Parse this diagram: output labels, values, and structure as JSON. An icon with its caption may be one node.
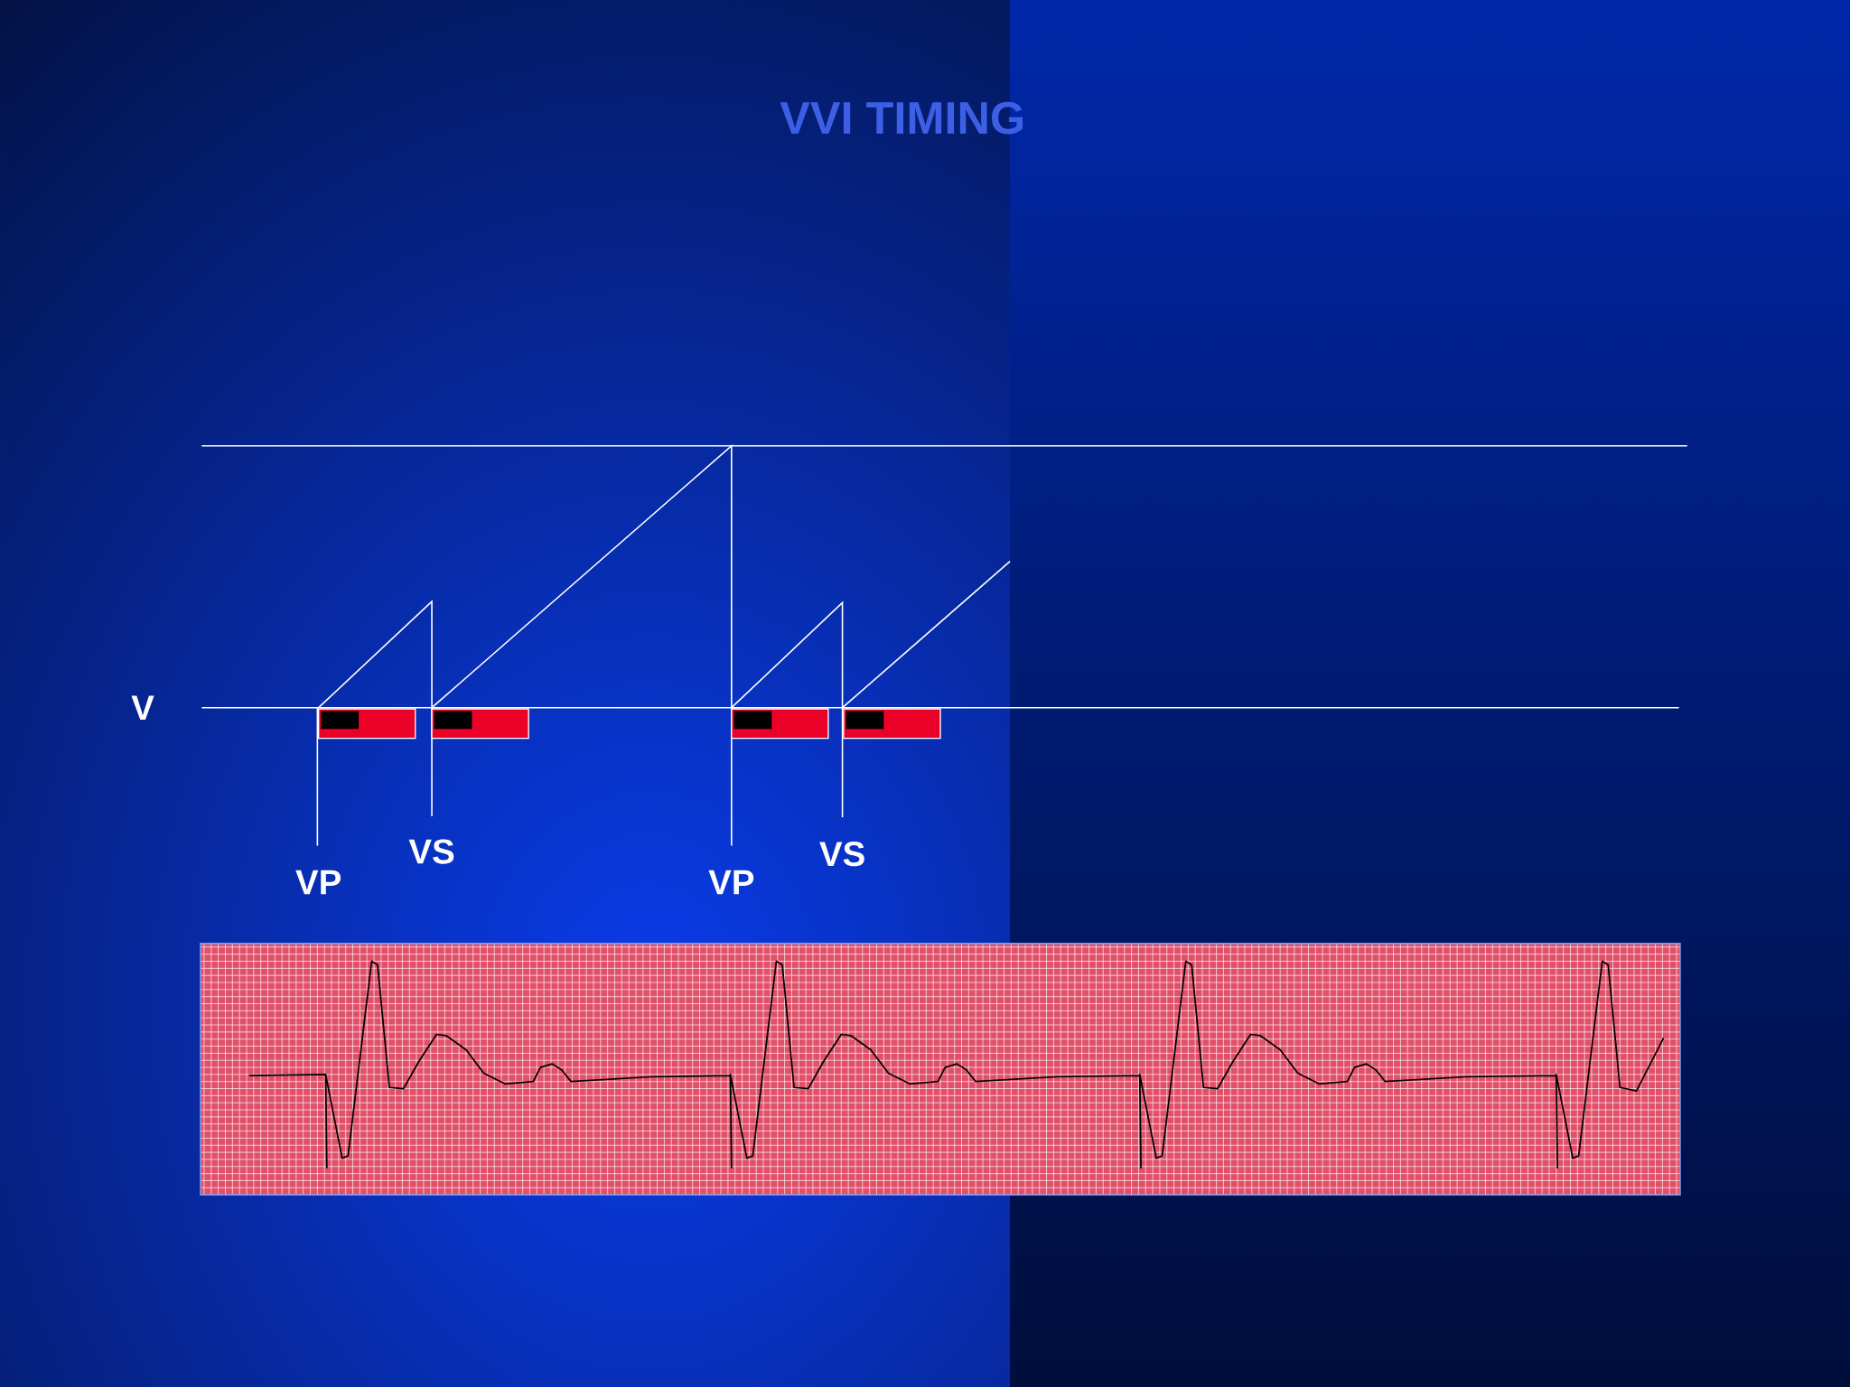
{
  "diagram": {
    "title": "VVI TIMING",
    "labels": [
      "V",
      "VP",
      "VS",
      "VP",
      "VS"
    ]
  }
}
